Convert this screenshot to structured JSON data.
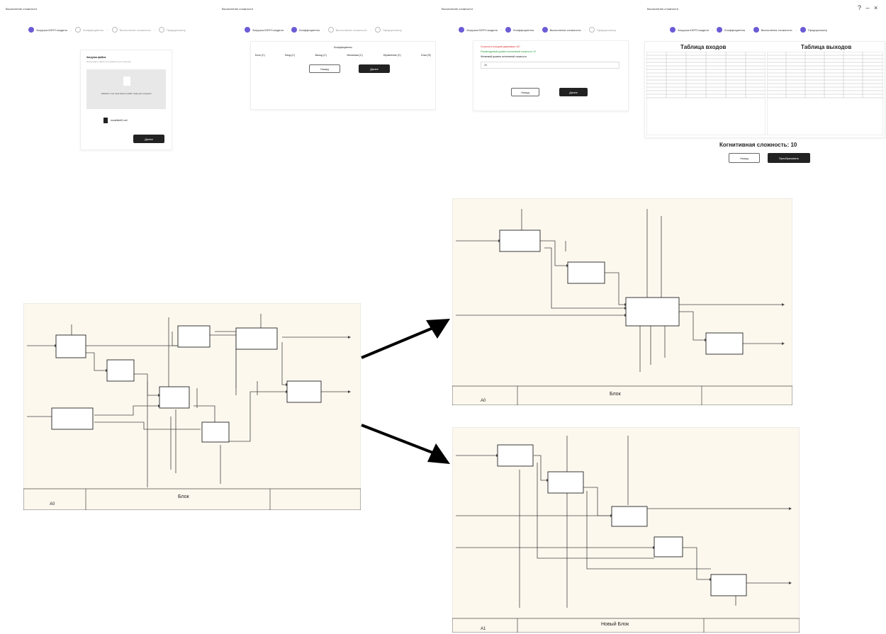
{
  "panels": [
    {
      "title": "Вычисление сложности",
      "steps": [
        {
          "label": "Загрузка IDEF0-модели",
          "active": true
        },
        {
          "label": "Коэффициенты",
          "active": false
        },
        {
          "label": "Вычисление сложности",
          "active": false
        },
        {
          "label": "Предпросмотр",
          "active": false
        }
      ],
      "upload_title": "Загрузка файла",
      "upload_subtitle": "Перетащите файл или нажмите для загрузки",
      "drop_text": "Нажмите или перетащите файл сюда для загрузки",
      "file_name": "modelidef0.xml",
      "next": "Далее"
    },
    {
      "title": "Вычисление сложности",
      "steps": [
        {
          "label": "Загрузка IDEF0-модели",
          "active": true
        },
        {
          "label": "Коэффициенты",
          "active": true
        },
        {
          "label": "Вычисление сложности",
          "active": false
        },
        {
          "label": "Предпросмотр",
          "active": false
        }
      ],
      "coef_title": "Коэффициенты",
      "coefs": [
        "Блок (С)",
        "Вход (С)",
        "Выход (С)",
        "Механизм (С)",
        "Управление (С)",
        "Блок (Ф)"
      ],
      "back": "Назад",
      "next": "Далее"
    },
    {
      "title": "Вычисление сложности",
      "steps": [
        {
          "label": "Загрузка IDEF0-модели",
          "active": true
        },
        {
          "label": "Коэффициенты",
          "active": true
        },
        {
          "label": "Вычисление сложности",
          "active": true
        },
        {
          "label": "Предпросмотр",
          "active": false
        }
      ],
      "line_red": "Сложность исходной диаграммы: 647",
      "line_green": "Рекомендуемый уровень когнитивной сложности: 10",
      "line_label": "Желаемый уровень когнитивной сложности",
      "input_value": "10",
      "back": "Назад",
      "next": "Далее"
    },
    {
      "title": "Вычисление сложности",
      "steps": [
        {
          "label": "Загрузка IDEF0-модели",
          "active": true
        },
        {
          "label": "Коэффициенты",
          "active": true
        },
        {
          "label": "Вычисление сложности",
          "active": true
        },
        {
          "label": "Предпросмотр",
          "active": true
        }
      ],
      "table_in_title": "Таблица входов",
      "table_out_title": "Таблица выходов",
      "complexity": "Когнитивная сложность: 10",
      "back": "Назад",
      "apply": "Преобразовать"
    }
  ],
  "window_icons": "? – ×",
  "diagrams": {
    "source": {
      "node": "A0",
      "title": "Блок"
    },
    "result_top": {
      "node": "A0",
      "title": "Блок"
    },
    "result_bottom": {
      "node": "A1",
      "title": "Новый Блок"
    }
  }
}
